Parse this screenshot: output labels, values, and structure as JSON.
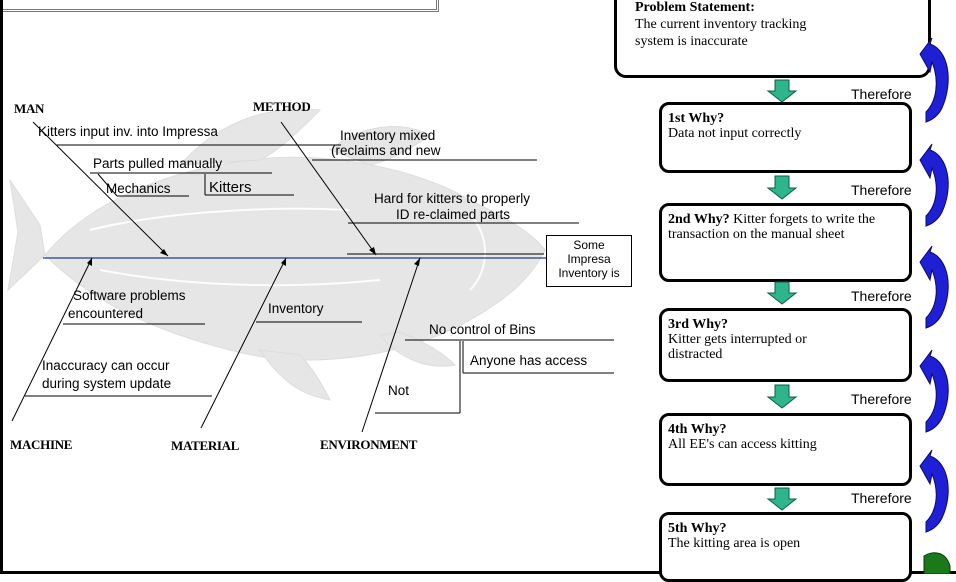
{
  "fishbone": {
    "categories": {
      "man": "MAN",
      "method": "METHOD",
      "machine": "MACHINE",
      "material": "MATERIAL",
      "environment": "ENVIRONMENT"
    },
    "causes": {
      "kitters_input": "Kitters input inv. into Impressa",
      "parts_pulled": "Parts pulled manually",
      "mechanics": "Mechanics",
      "kitters": "Kitters",
      "inventory_mixed_1": "Inventory mixed",
      "inventory_mixed_2": "(reclaims and new",
      "hard_for_kitters_1": "Hard for kitters to properly",
      "hard_for_kitters_2": "ID re-claimed parts",
      "software_problems_1": "Software problems",
      "software_problems_2": "encountered",
      "inaccuracy_1": "Inaccuracy can occur",
      "inaccuracy_2": "during system update",
      "inventory": "Inventory",
      "no_control": "No control of Bins",
      "anyone_access": "Anyone has access",
      "not": "Not"
    },
    "effect": {
      "line1": "Some",
      "line2": "Impresa",
      "line3": "Inventory is"
    }
  },
  "five_whys": {
    "problem": {
      "heading": "Problem Statement:",
      "text": "The current inventory tracking system is inaccurate"
    },
    "whys": [
      {
        "heading": "1st Why?",
        "text": "Data not input correctly"
      },
      {
        "heading": "2nd Why?",
        "text": "Kitter forgets to write the transaction on the manual sheet"
      },
      {
        "heading": "3rd Why?",
        "text": "Kitter gets interrupted or distracted"
      },
      {
        "heading": "4th Why?",
        "text": "All EE's can access kitting"
      },
      {
        "heading": "5th Why?",
        "text": "The kitting area is open"
      }
    ],
    "connector_label": "Therefore"
  },
  "colors": {
    "arrow_down": "#2fb58c",
    "curl_arrow": "#1f1fd6",
    "curl_arrow_final": "#1a7a1a",
    "spine": "#1f3a8a",
    "fish_watermark": "#d9d9d9"
  }
}
